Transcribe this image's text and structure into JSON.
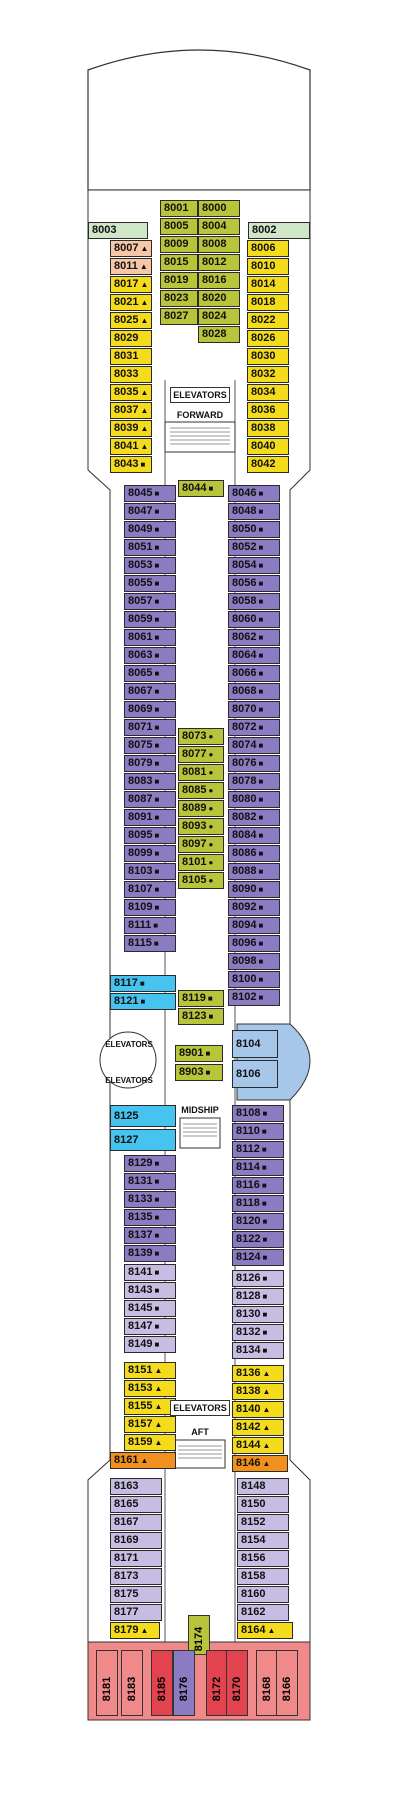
{
  "labels": {
    "elevators_forward": "ELEVATORS",
    "forward": "FORWARD",
    "elevators_mid_1": "ELEVATORS",
    "elevators_mid_2": "ELEVATORS",
    "midship": "MIDSHIP",
    "elevators_aft": "ELEVATORS",
    "aft": "AFT"
  },
  "colors": {
    "balcony": "#8b7bc2",
    "oceanview": "#c7bde3",
    "veranda_suite": "#f4dc1c",
    "concierge": "#b8c43a",
    "aqua_class": "#46c3ef",
    "penthouse": "#e3434f"
  },
  "cabins_left": [
    {
      "n": "8003",
      "c": "mint",
      "s": ""
    },
    {
      "n": "8007",
      "c": "peach",
      "s": "▲"
    },
    {
      "n": "8011",
      "c": "peach",
      "s": "▲"
    },
    {
      "n": "8017",
      "c": "yellow",
      "s": "▲"
    },
    {
      "n": "8021",
      "c": "yellow",
      "s": "▲"
    },
    {
      "n": "8025",
      "c": "yellow",
      "s": "▲"
    },
    {
      "n": "8029",
      "c": "yellow",
      "s": ""
    },
    {
      "n": "8031",
      "c": "yellow",
      "s": ""
    },
    {
      "n": "8033",
      "c": "yellow",
      "s": ""
    },
    {
      "n": "8035",
      "c": "yellow",
      "s": "▲"
    },
    {
      "n": "8037",
      "c": "yellow",
      "s": "▲"
    },
    {
      "n": "8039",
      "c": "yellow",
      "s": "▲"
    },
    {
      "n": "8041",
      "c": "yellow",
      "s": "▲"
    },
    {
      "n": "8043",
      "c": "yellow",
      "s": "■"
    }
  ],
  "cabins_left_main": [
    "8045",
    "8047",
    "8049",
    "8051",
    "8053",
    "8055",
    "8057",
    "8059",
    "8061",
    "8063",
    "8065",
    "8067",
    "8069",
    "8071",
    "8075",
    "8079",
    "8083",
    "8087",
    "8091",
    "8095",
    "8099",
    "8103",
    "8107",
    "8109",
    "8111",
    "8115"
  ],
  "cabins_left_aqua": [
    "8117",
    "8121"
  ],
  "cabins_left_mid_aqua": [
    "8125",
    "8127"
  ],
  "cabins_left_mid": [
    "8129",
    "8131",
    "8133",
    "8135",
    "8137",
    "8139"
  ],
  "cabins_left_ocean": [
    "8141",
    "8143",
    "8145",
    "8147",
    "8149"
  ],
  "cabins_left_suite": [
    "8151",
    "8153",
    "8155",
    "8157",
    "8159"
  ],
  "cabins_left_orange": "8161",
  "cabins_left_aft": [
    "8163",
    "8165",
    "8167",
    "8169",
    "8171",
    "8173",
    "8175",
    "8177"
  ],
  "cabins_left_aft_yellow": "8179",
  "cabins_right_fwd": [
    "8002",
    "8006",
    "8010",
    "8014",
    "8018",
    "8022",
    "8026",
    "8030",
    "8032",
    "8034",
    "8036",
    "8038",
    "8040",
    "8042"
  ],
  "cabins_right_main": [
    "8046",
    "8048",
    "8050",
    "8052",
    "8054",
    "8056",
    "8058",
    "8060",
    "8062",
    "8064",
    "8066",
    "8068",
    "8070",
    "8072",
    "8074",
    "8076",
    "8078",
    "8080",
    "8082",
    "8084",
    "8086",
    "8088",
    "8090",
    "8092",
    "8094",
    "8096",
    "8098",
    "8100",
    "8102"
  ],
  "cabins_right_round": [
    "8104",
    "8106"
  ],
  "cabins_right_mid": [
    "8108",
    "8110",
    "8112",
    "8114",
    "8116",
    "8118",
    "8120",
    "8122",
    "8124"
  ],
  "cabins_right_ocean": [
    "8126",
    "8128",
    "8130",
    "8132",
    "8134"
  ],
  "cabins_right_suite": [
    "8136",
    "8138",
    "8140",
    "8142",
    "8144"
  ],
  "cabins_right_orange": "8146",
  "cabins_right_aft": [
    "8148",
    "8150",
    "8152",
    "8154",
    "8156",
    "8158",
    "8160",
    "8162"
  ],
  "cabins_right_aft_yellow": "8164",
  "center_top_left": [
    "8001",
    "8005",
    "8009",
    "8015",
    "8019",
    "8023",
    "8027"
  ],
  "center_top_right": [
    "8000",
    "8004",
    "8008",
    "8012",
    "8016",
    "8020",
    "8024",
    "8028"
  ],
  "center_8044": "8044",
  "center_mid": [
    "8073",
    "8077",
    "8081",
    "8085",
    "8089",
    "8093",
    "8097",
    "8101",
    "8105"
  ],
  "center_lower": [
    "8119",
    "8123"
  ],
  "center_mid_box": [
    "8901",
    "8903"
  ],
  "center_8174": "8174",
  "aft_row": [
    "8181",
    "8183",
    "8185",
    "8176",
    "8172",
    "8170",
    "8168",
    "8166"
  ]
}
